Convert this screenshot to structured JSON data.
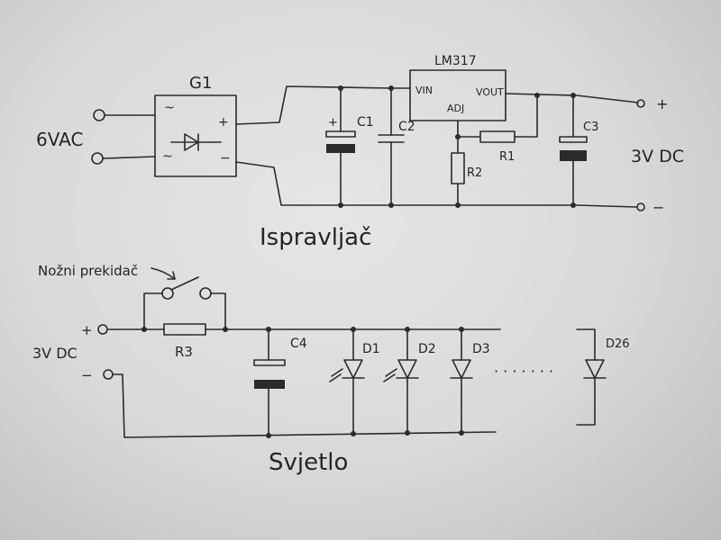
{
  "rectifier": {
    "title": "Ispravljač",
    "ac_input_label": "6VAC",
    "bridge_label": "G1",
    "bridge_plus": "+",
    "bridge_minus": "−",
    "ac_marks": [
      "~",
      "~"
    ],
    "regulator": {
      "name": "LM317",
      "pin_in": "VIN",
      "pin_adj": "ADJ",
      "pin_out": "VOUT"
    },
    "components": {
      "c1": "C1",
      "c1_plus": "+",
      "c2": "C2",
      "c3": "C3",
      "r1": "R1",
      "r2": "R2"
    },
    "output_label": "3V DC",
    "output_plus": "+",
    "output_minus": "−"
  },
  "light": {
    "title": "Svjetlo",
    "switch_label": "Nožni prekidač",
    "input_label": "3V DC",
    "input_plus": "+",
    "input_minus": "−",
    "components": {
      "r3": "R3",
      "c4": "C4"
    },
    "leds": [
      "D1",
      "D2",
      "D3",
      "D26"
    ],
    "ellipsis": "· · · · · · ·"
  }
}
